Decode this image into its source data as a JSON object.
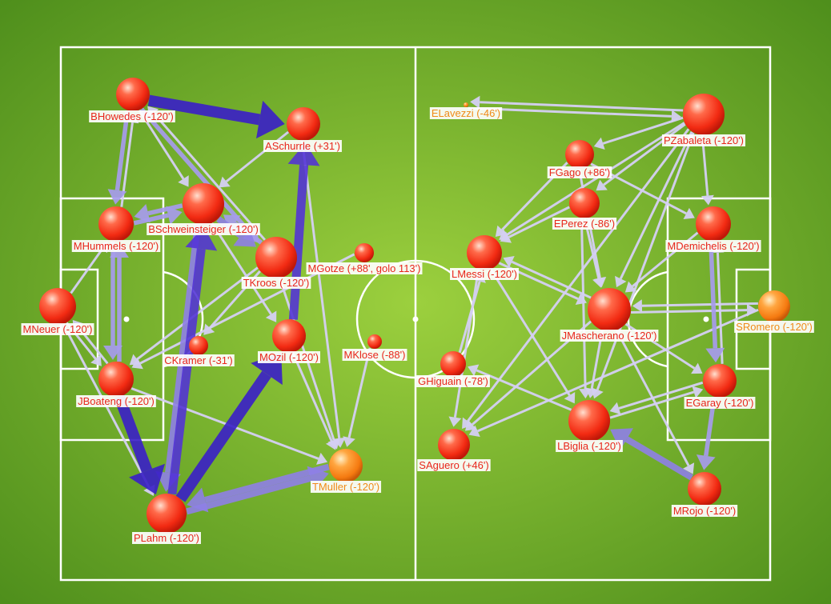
{
  "colors": {
    "pitch_center": "#9cd03e",
    "pitch_edge": "#4f8f1c",
    "lines": "#ffffff",
    "label_text": "#e8261b",
    "label_text_sub": "#f08a18",
    "node_red": "#ff3b1f",
    "node_orange": "#ff8a1a",
    "edge_light": "#c8c2f0",
    "edge_mid": "#9b8fe6",
    "edge_dark": "#3a1fc8"
  },
  "players": [
    {
      "id": "howedes",
      "label": "BHowedes (-120')",
      "team": "GER"
    },
    {
      "id": "schurrle",
      "label": "ASchurrle (+31')",
      "team": "GER"
    },
    {
      "id": "schweinsteiger",
      "label": "BSchweinsteiger (-120')",
      "team": "GER"
    },
    {
      "id": "hummels",
      "label": "MHummels (-120')",
      "team": "GER"
    },
    {
      "id": "kroos",
      "label": "TKroos (-120')",
      "team": "GER"
    },
    {
      "id": "gotze",
      "label": "MGotze (+88', golo 113')",
      "team": "GER"
    },
    {
      "id": "neuer",
      "label": "MNeuer (-120')",
      "team": "GER"
    },
    {
      "id": "kramer",
      "label": "CKramer (-31')",
      "team": "GER"
    },
    {
      "id": "ozil",
      "label": "MOzil (-120')",
      "team": "GER"
    },
    {
      "id": "klose",
      "label": "MKlose (-88')",
      "team": "GER"
    },
    {
      "id": "boateng",
      "label": "JBoateng (-120')",
      "team": "GER"
    },
    {
      "id": "muller",
      "label": "TMuller (-120')",
      "team": "GER"
    },
    {
      "id": "lahm",
      "label": "PLahm (-120')",
      "team": "GER"
    },
    {
      "id": "lavezzi",
      "label": "ELavezzi (-46')",
      "team": "ARG"
    },
    {
      "id": "zabaleta",
      "label": "PZabaleta (-120')",
      "team": "ARG"
    },
    {
      "id": "gago",
      "label": "FGago (+86')",
      "team": "ARG"
    },
    {
      "id": "perez",
      "label": "EPerez (-86')",
      "team": "ARG"
    },
    {
      "id": "demichelis",
      "label": "MDemichelis (-120')",
      "team": "ARG"
    },
    {
      "id": "messi",
      "label": "LMessi (-120')",
      "team": "ARG"
    },
    {
      "id": "mascherano",
      "label": "JMascherano (-120')",
      "team": "ARG"
    },
    {
      "id": "romero",
      "label": "SRomero (-120')",
      "team": "ARG"
    },
    {
      "id": "higuain",
      "label": "GHiguain (-78')",
      "team": "ARG"
    },
    {
      "id": "garay",
      "label": "EGaray (-120')",
      "team": "ARG"
    },
    {
      "id": "aguero",
      "label": "SAguero (+46')",
      "team": "ARG"
    },
    {
      "id": "biglia",
      "label": "LBiglia (-120')",
      "team": "ARG"
    },
    {
      "id": "rojo",
      "label": "MRojo (-120')",
      "team": "ARG"
    }
  ],
  "passes": [
    {
      "from": "howedes",
      "to": "schurrle",
      "weight": 5
    },
    {
      "from": "lahm",
      "to": "ozil",
      "weight": 5
    },
    {
      "from": "boateng",
      "to": "lahm",
      "weight": 5
    },
    {
      "from": "lahm",
      "to": "schweinsteiger",
      "weight": 4
    },
    {
      "from": "ozil",
      "to": "schurrle",
      "weight": 4
    },
    {
      "from": "lahm",
      "to": "muller",
      "weight": 3
    },
    {
      "from": "muller",
      "to": "lahm",
      "weight": 3
    },
    {
      "from": "schweinsteiger",
      "to": "kroos",
      "weight": 3
    },
    {
      "from": "kroos",
      "to": "schweinsteiger",
      "weight": 2
    },
    {
      "from": "schweinsteiger",
      "to": "lahm",
      "weight": 3
    },
    {
      "from": "boateng",
      "to": "hummels",
      "weight": 2
    },
    {
      "from": "hummels",
      "to": "boateng",
      "weight": 2
    },
    {
      "from": "hummels",
      "to": "schweinsteiger",
      "weight": 2
    },
    {
      "from": "schweinsteiger",
      "to": "hummels",
      "weight": 2
    },
    {
      "from": "howedes",
      "to": "hummels",
      "weight": 2
    },
    {
      "from": "hummels",
      "to": "howedes",
      "weight": 1
    },
    {
      "from": "howedes",
      "to": "kroos",
      "weight": 2
    },
    {
      "from": "kroos",
      "to": "howedes",
      "weight": 1
    },
    {
      "from": "schurrle",
      "to": "schweinsteiger",
      "weight": 1
    },
    {
      "from": "schurrle",
      "to": "muller",
      "weight": 1
    },
    {
      "from": "kroos",
      "to": "muller",
      "weight": 1
    },
    {
      "from": "ozil",
      "to": "muller",
      "weight": 1
    },
    {
      "from": "klose",
      "to": "muller",
      "weight": 1
    },
    {
      "from": "kroos",
      "to": "kramer",
      "weight": 1
    },
    {
      "from": "kroos",
      "to": "boateng",
      "weight": 1
    },
    {
      "from": "neuer",
      "to": "boateng",
      "weight": 1
    },
    {
      "from": "neuer",
      "to": "hummels",
      "weight": 1
    },
    {
      "from": "neuer",
      "to": "lahm",
      "weight": 1
    },
    {
      "from": "boateng",
      "to": "neuer",
      "weight": 1
    },
    {
      "from": "gotze",
      "to": "boateng",
      "weight": 1
    },
    {
      "from": "boateng",
      "to": "muller",
      "weight": 1
    },
    {
      "from": "schweinsteiger",
      "to": "ozil",
      "weight": 1
    },
    {
      "from": "howedes",
      "to": "schweinsteiger",
      "weight": 1
    },
    {
      "from": "zabaleta",
      "to": "lavezzi",
      "weight": 1
    },
    {
      "from": "lavezzi",
      "to": "zabaleta",
      "weight": 1
    },
    {
      "from": "zabaleta",
      "to": "demichelis",
      "weight": 1
    },
    {
      "from": "zabaleta",
      "to": "gago",
      "weight": 1
    },
    {
      "from": "zabaleta",
      "to": "perez",
      "weight": 1
    },
    {
      "from": "zabaleta",
      "to": "messi",
      "weight": 1
    },
    {
      "from": "zabaleta",
      "to": "mascherano",
      "weight": 1
    },
    {
      "from": "zabaleta",
      "to": "aguero",
      "weight": 1
    },
    {
      "from": "zabaleta",
      "to": "biglia",
      "weight": 1
    },
    {
      "from": "gago",
      "to": "messi",
      "weight": 1
    },
    {
      "from": "gago",
      "to": "demichelis",
      "weight": 1
    },
    {
      "from": "perez",
      "to": "mascherano",
      "weight": 1
    },
    {
      "from": "perez",
      "to": "biglia",
      "weight": 1
    },
    {
      "from": "perez",
      "to": "messi",
      "weight": 1
    },
    {
      "from": "demichelis",
      "to": "mascherano",
      "weight": 1
    },
    {
      "from": "demichelis",
      "to": "garay",
      "weight": 2
    },
    {
      "from": "garay",
      "to": "demichelis",
      "weight": 1
    },
    {
      "from": "mascherano",
      "to": "romero",
      "weight": 1
    },
    {
      "from": "romero",
      "to": "mascherano",
      "weight": 1
    },
    {
      "from": "romero",
      "to": "aguero",
      "weight": 1
    },
    {
      "from": "mascherano",
      "to": "messi",
      "weight": 1
    },
    {
      "from": "mascherano",
      "to": "garay",
      "weight": 1
    },
    {
      "from": "mascherano",
      "to": "biglia",
      "weight": 1
    },
    {
      "from": "mascherano",
      "to": "aguero",
      "weight": 1
    },
    {
      "from": "garay",
      "to": "biglia",
      "weight": 1
    },
    {
      "from": "biglia",
      "to": "garay",
      "weight": 1
    },
    {
      "from": "garay",
      "to": "rojo",
      "weight": 2
    },
    {
      "from": "rojo",
      "to": "biglia",
      "weight": 3
    },
    {
      "from": "mascherano",
      "to": "rojo",
      "weight": 1
    },
    {
      "from": "messi",
      "to": "biglia",
      "weight": 1
    },
    {
      "from": "messi",
      "to": "mascherano",
      "weight": 1
    },
    {
      "from": "messi",
      "to": "aguero",
      "weight": 1
    },
    {
      "from": "higuain",
      "to": "messi",
      "weight": 1
    },
    {
      "from": "biglia",
      "to": "higuain",
      "weight": 1
    },
    {
      "from": "gago",
      "to": "mascherano",
      "weight": 1
    }
  ]
}
